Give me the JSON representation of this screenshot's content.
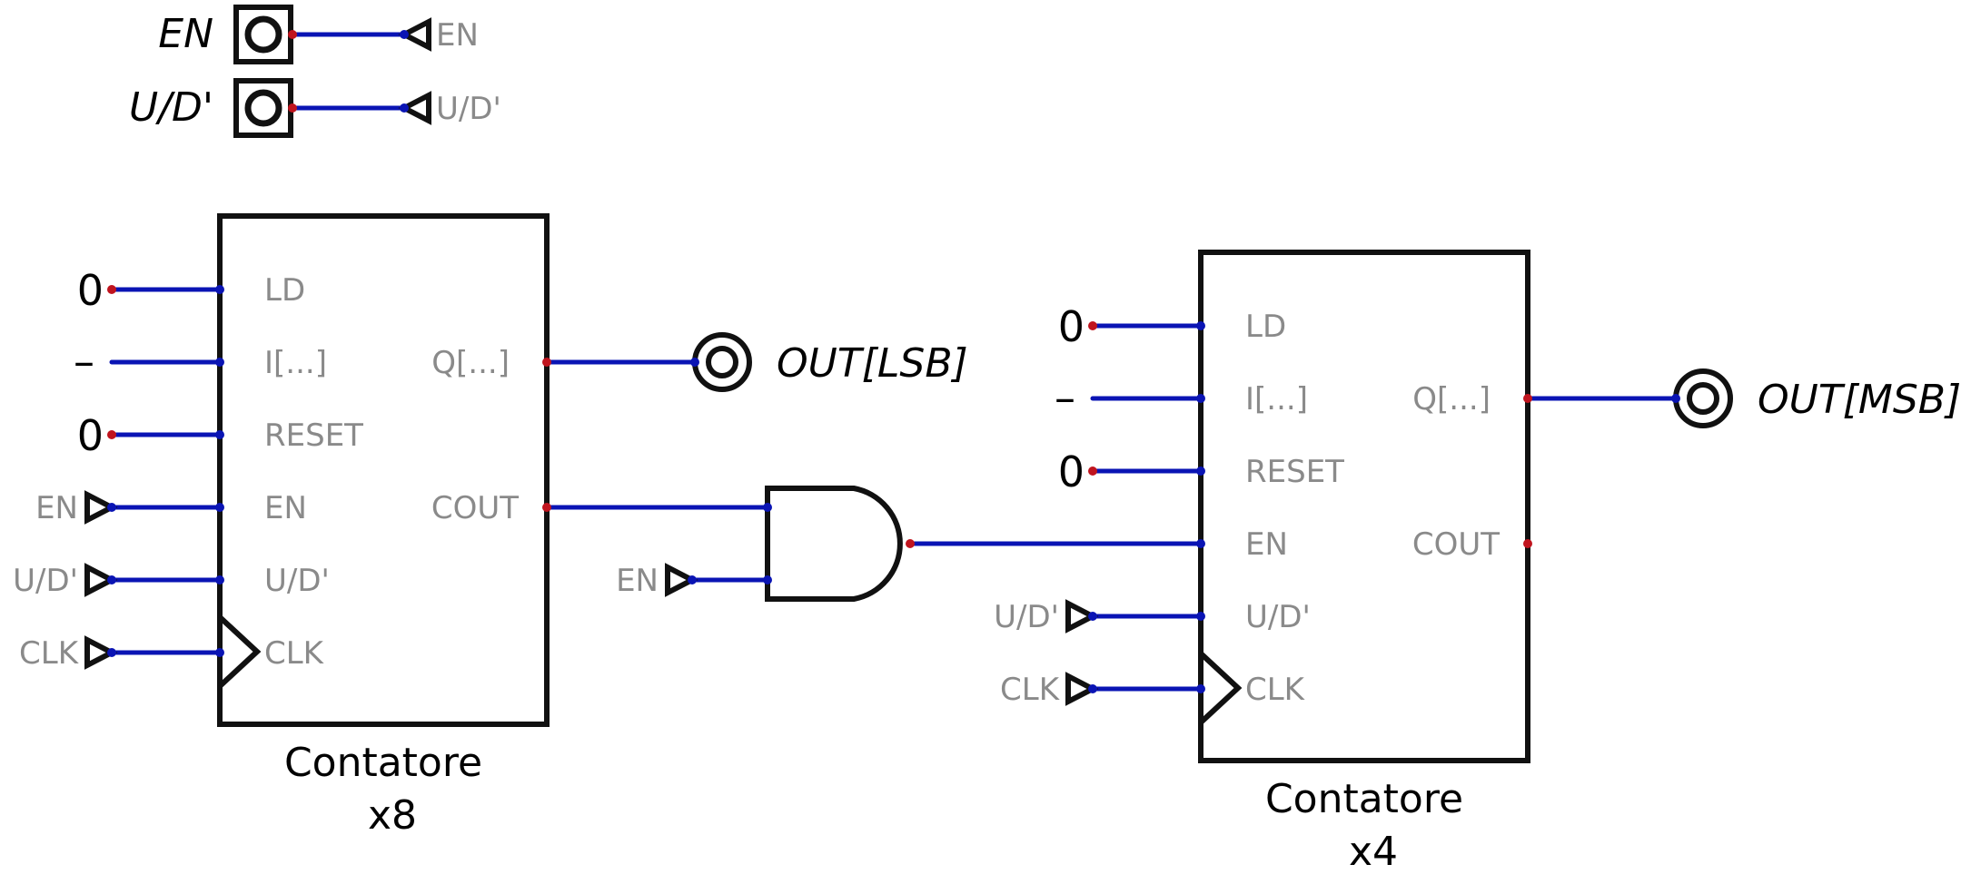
{
  "inputs": [
    {
      "label": "EN",
      "tunnel": "EN"
    },
    {
      "label": "U/D'",
      "tunnel": "U/D'"
    }
  ],
  "counter_pins_left": [
    "LD",
    "I[...]",
    "RESET",
    "EN",
    "U/D'",
    "CLK"
  ],
  "counter_pins_right": [
    "Q[...]",
    "COUT"
  ],
  "counter1": {
    "name": "Contatore",
    "size": "x8",
    "ld_const": "0",
    "i_const": "–",
    "reset_const": "0",
    "en_tunnel": "EN",
    "ud_tunnel": "U/D'",
    "clk_tunnel": "CLK",
    "output_label": "OUT[LSB]"
  },
  "counter2": {
    "name": "Contatore",
    "size": "x4",
    "ld_const": "0",
    "i_const": "–",
    "reset_const": "0",
    "ud_tunnel": "U/D'",
    "clk_tunnel": "CLK",
    "output_label": "OUT[MSB]"
  },
  "and_gate": {
    "en_tunnel": "EN"
  }
}
